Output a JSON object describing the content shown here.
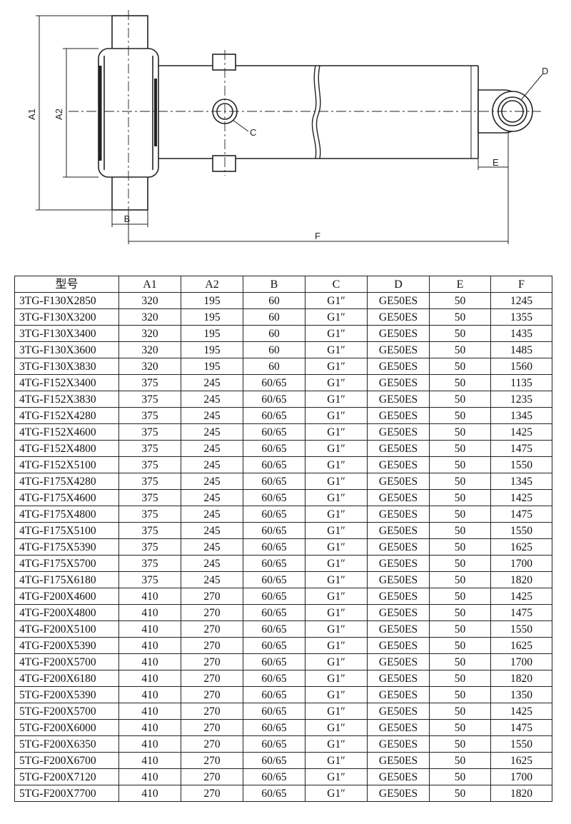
{
  "drawing": {
    "dimension_labels": {
      "a1": "A1",
      "a2": "A2",
      "b": "B",
      "c": "C",
      "d": "D",
      "e": "E",
      "f": "F"
    }
  },
  "table": {
    "columns": [
      "型号",
      "A1",
      "A2",
      "B",
      "C",
      "D",
      "E",
      "F"
    ],
    "rows": [
      [
        "3TG-F130X2850",
        "320",
        "195",
        "60",
        "G1″",
        "GE50ES",
        "50",
        "1245"
      ],
      [
        "3TG-F130X3200",
        "320",
        "195",
        "60",
        "G1″",
        "GE50ES",
        "50",
        "1355"
      ],
      [
        "3TG-F130X3400",
        "320",
        "195",
        "60",
        "G1″",
        "GE50ES",
        "50",
        "1435"
      ],
      [
        "3TG-F130X3600",
        "320",
        "195",
        "60",
        "G1″",
        "GE50ES",
        "50",
        "1485"
      ],
      [
        "3TG-F130X3830",
        "320",
        "195",
        "60",
        "G1″",
        "GE50ES",
        "50",
        "1560"
      ],
      [
        "4TG-F152X3400",
        "375",
        "245",
        "60/65",
        "G1″",
        "GE50ES",
        "50",
        "1135"
      ],
      [
        "4TG-F152X3830",
        "375",
        "245",
        "60/65",
        "G1″",
        "GE50ES",
        "50",
        "1235"
      ],
      [
        "4TG-F152X4280",
        "375",
        "245",
        "60/65",
        "G1″",
        "GE50ES",
        "50",
        "1345"
      ],
      [
        "4TG-F152X4600",
        "375",
        "245",
        "60/65",
        "G1″",
        "GE50ES",
        "50",
        "1425"
      ],
      [
        "4TG-F152X4800",
        "375",
        "245",
        "60/65",
        "G1″",
        "GE50ES",
        "50",
        "1475"
      ],
      [
        "4TG-F152X5100",
        "375",
        "245",
        "60/65",
        "G1″",
        "GE50ES",
        "50",
        "1550"
      ],
      [
        "4TG-F175X4280",
        "375",
        "245",
        "60/65",
        "G1″",
        "GE50ES",
        "50",
        "1345"
      ],
      [
        "4TG-F175X4600",
        "375",
        "245",
        "60/65",
        "G1″",
        "GE50ES",
        "50",
        "1425"
      ],
      [
        "4TG-F175X4800",
        "375",
        "245",
        "60/65",
        "G1″",
        "GE50ES",
        "50",
        "1475"
      ],
      [
        "4TG-F175X5100",
        "375",
        "245",
        "60/65",
        "G1″",
        "GE50ES",
        "50",
        "1550"
      ],
      [
        "4TG-F175X5390",
        "375",
        "245",
        "60/65",
        "G1″",
        "GE50ES",
        "50",
        "1625"
      ],
      [
        "4TG-F175X5700",
        "375",
        "245",
        "60/65",
        "G1″",
        "GE50ES",
        "50",
        "1700"
      ],
      [
        "4TG-F175X6180",
        "375",
        "245",
        "60/65",
        "G1″",
        "GE50ES",
        "50",
        "1820"
      ],
      [
        "4TG-F200X4600",
        "410",
        "270",
        "60/65",
        "G1″",
        "GE50ES",
        "50",
        "1425"
      ],
      [
        "4TG-F200X4800",
        "410",
        "270",
        "60/65",
        "G1″",
        "GE50ES",
        "50",
        "1475"
      ],
      [
        "4TG-F200X5100",
        "410",
        "270",
        "60/65",
        "G1″",
        "GE50ES",
        "50",
        "1550"
      ],
      [
        "4TG-F200X5390",
        "410",
        "270",
        "60/65",
        "G1″",
        "GE50ES",
        "50",
        "1625"
      ],
      [
        "4TG-F200X5700",
        "410",
        "270",
        "60/65",
        "G1″",
        "GE50ES",
        "50",
        "1700"
      ],
      [
        "4TG-F200X6180",
        "410",
        "270",
        "60/65",
        "G1″",
        "GE50ES",
        "50",
        "1820"
      ],
      [
        "5TG-F200X5390",
        "410",
        "270",
        "60/65",
        "G1″",
        "GE50ES",
        "50",
        "1350"
      ],
      [
        "5TG-F200X5700",
        "410",
        "270",
        "60/65",
        "G1″",
        "GE50ES",
        "50",
        "1425"
      ],
      [
        "5TG-F200X6000",
        "410",
        "270",
        "60/65",
        "G1″",
        "GE50ES",
        "50",
        "1475"
      ],
      [
        "5TG-F200X6350",
        "410",
        "270",
        "60/65",
        "G1″",
        "GE50ES",
        "50",
        "1550"
      ],
      [
        "5TG-F200X6700",
        "410",
        "270",
        "60/65",
        "G1″",
        "GE50ES",
        "50",
        "1625"
      ],
      [
        "5TG-F200X7120",
        "410",
        "270",
        "60/65",
        "G1″",
        "GE50ES",
        "50",
        "1700"
      ],
      [
        "5TG-F200X7700",
        "410",
        "270",
        "60/65",
        "G1″",
        "GE50ES",
        "50",
        "1820"
      ]
    ]
  }
}
